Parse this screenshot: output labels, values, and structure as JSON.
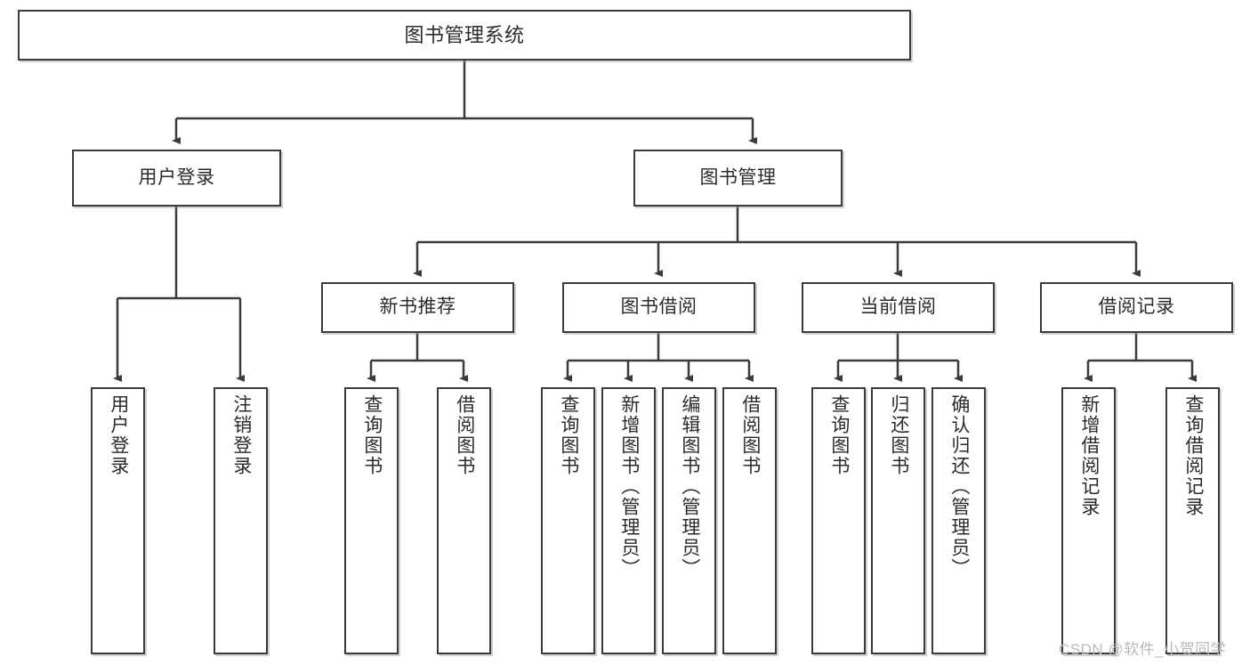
{
  "diagram": {
    "title_node": {
      "label": "图书管理系统"
    },
    "level1": [
      {
        "label": "用户登录"
      },
      {
        "label": "图书管理"
      }
    ],
    "level2": [
      {
        "label": "新书推荐"
      },
      {
        "label": "图书借阅"
      },
      {
        "label": "当前借阅"
      },
      {
        "label": "借阅记录"
      }
    ],
    "leaves": {
      "user_login": [
        {
          "label": "用户登录"
        },
        {
          "label": "注销登录"
        }
      ],
      "new_book_recommend": [
        {
          "label": "查询图书"
        },
        {
          "label": "借阅图书"
        }
      ],
      "book_borrow": [
        {
          "label": "查询图书"
        },
        {
          "label": "新增图书（管理员）"
        },
        {
          "label": "编辑图书（管理员）"
        },
        {
          "label": "借阅图书"
        }
      ],
      "current_borrow": [
        {
          "label": "查询图书"
        },
        {
          "label": "归还图书"
        },
        {
          "label": "确认归还（管理员）"
        }
      ],
      "borrow_record": [
        {
          "label": "新增借阅记录"
        },
        {
          "label": "查询借阅记录"
        }
      ]
    }
  },
  "watermark": {
    "text": "CSDN @软件_小贺同学"
  },
  "colors": {
    "stroke": "#3b3b3b",
    "fill": "#ffffff",
    "text": "#2b2b2b",
    "watermark": "#b9b9b9"
  }
}
